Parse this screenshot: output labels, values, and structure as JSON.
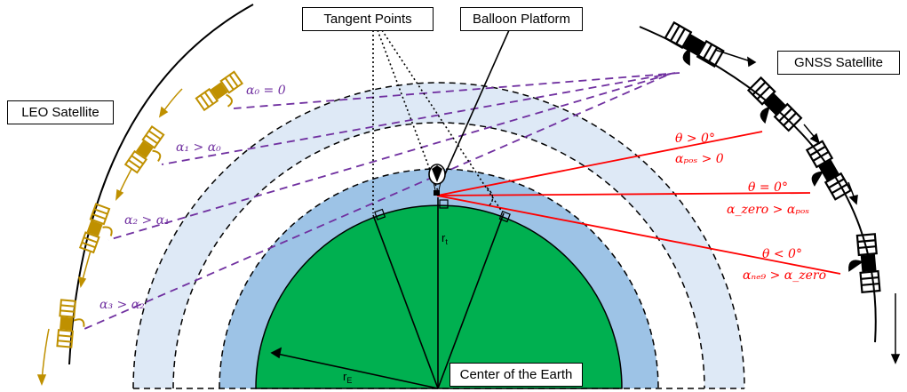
{
  "labels": {
    "tangent_points": "Tangent Points",
    "balloon_platform": "Balloon Platform",
    "gnss_satellite": "GNSS Satellite",
    "leo_satellite": "LEO Satellite",
    "center_of_earth": "Center of the Earth",
    "r_t": "r",
    "r_t_sub": "t",
    "r_E": "r",
    "r_E_sub": "E"
  },
  "alpha_labels": {
    "a0": "α₀ = 0",
    "a1": "α₁ > α₀",
    "a2": "α₂ > α₁",
    "a3": "α₃ > α₂"
  },
  "theta_labels": {
    "pos_theta": "θ > 0°",
    "pos_alpha": "αₚₒₛ > 0",
    "zero_theta": "θ = 0°",
    "zero_alpha": "α_zero > αₚₒₛ",
    "neg_theta": "θ < 0°",
    "neg_alpha": "αₙₑ₉ > α_zero"
  },
  "colors": {
    "earth": "#00b050",
    "atmosphere": "#9dc3e6",
    "outer_layer": "#dee9f6",
    "ray_leo": "#7030a0",
    "ray_gnss": "#ff0000",
    "leo_satellite": "#bf9000",
    "gnss_satellite": "#000000"
  }
}
